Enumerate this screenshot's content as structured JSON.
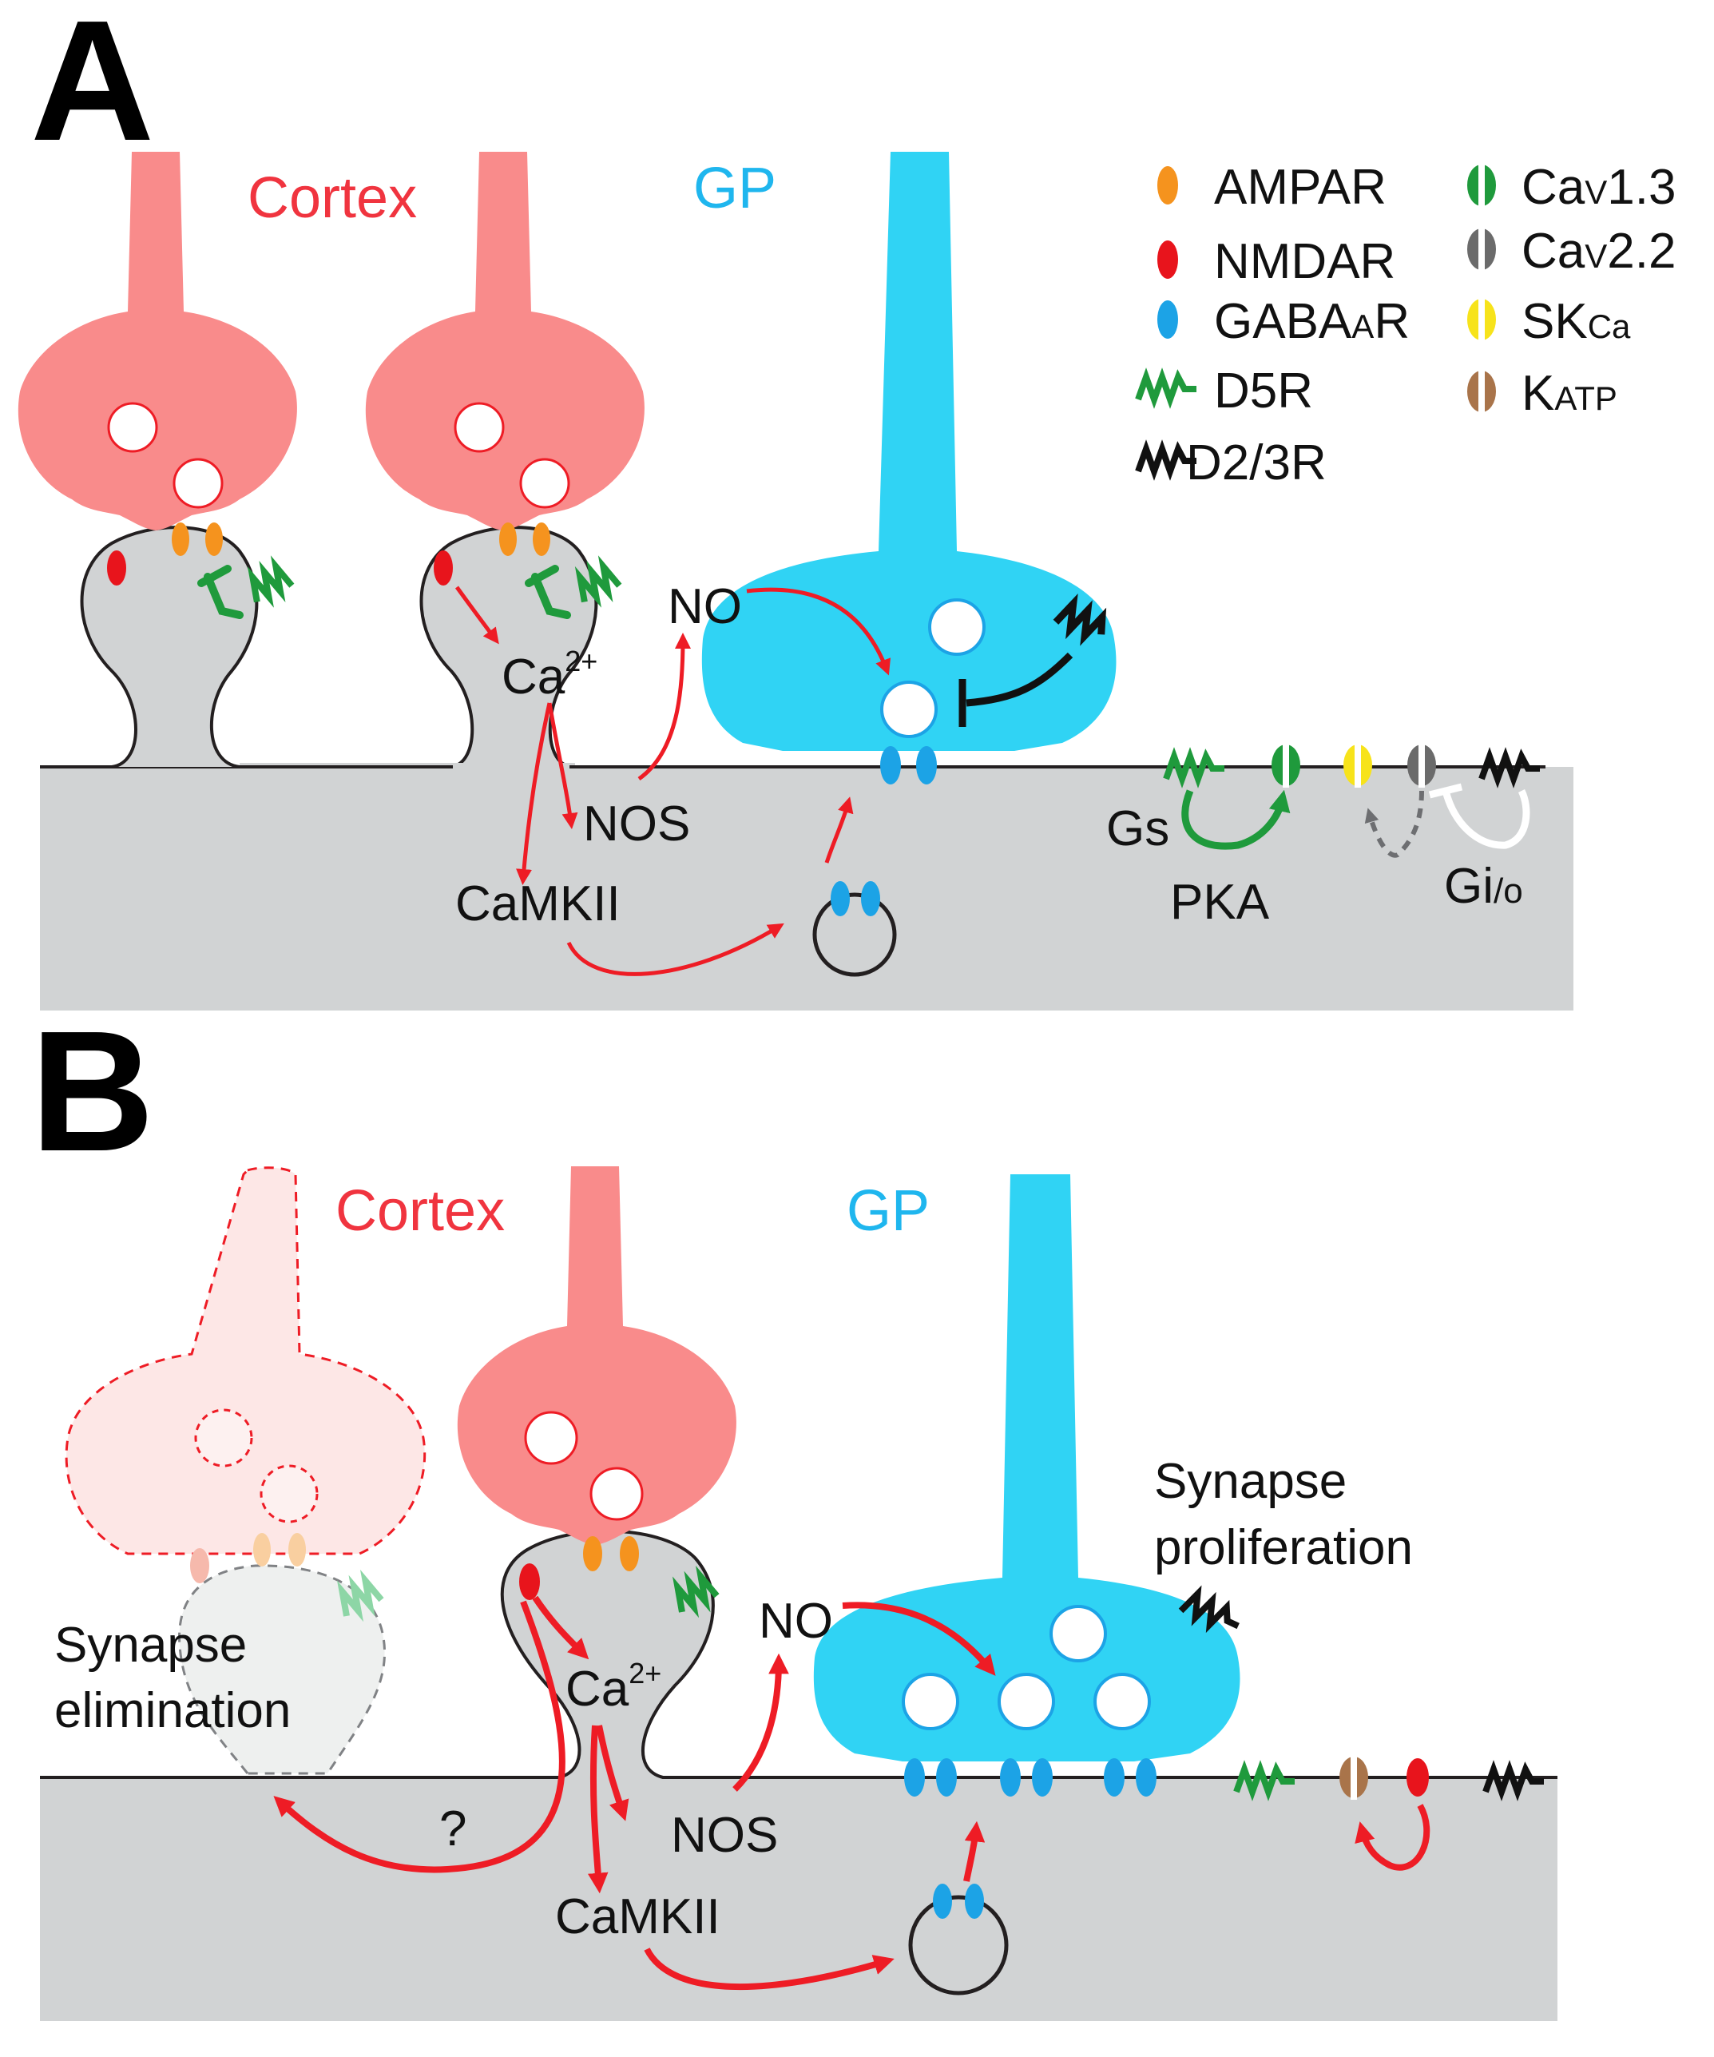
{
  "panels": {
    "a": {
      "letter": "A",
      "cortex_label": "Cortex",
      "gp_label": "GP",
      "no_label": "NO",
      "ca_label": "Ca",
      "ca_sup": "2+",
      "nos_label": "NOS",
      "camkii_label": "CaMKII",
      "gs_label": "Gs",
      "pka_label": "PKA",
      "gio_main": "Gi",
      "gio_sub": "/o"
    },
    "b": {
      "letter": "B",
      "cortex_label": "Cortex",
      "gp_label": "GP",
      "no_label": "NO",
      "ca_label": "Ca",
      "ca_sup": "2+",
      "nos_label": "NOS",
      "camkii_label": "CaMKII",
      "question": "?",
      "elimination_line1": "Synapse",
      "elimination_line2": "elimination",
      "proliferation_line1": "Synapse",
      "proliferation_line2": "proliferation"
    }
  },
  "legend": {
    "ampar": "AMPAR",
    "nmdar": "NMDAR",
    "gabaa_main": "GABA",
    "gabaa_sub": "A",
    "gabaa_tail": "R",
    "d5r": "D5R",
    "d23r": "D2/3R",
    "cav13_main": "Ca",
    "cav13_sub": "V",
    "cav13_tail": "1.3",
    "cav22_main": "Ca",
    "cav22_sub": "V",
    "cav22_tail": "2.2",
    "skca_main": "SK",
    "skca_sub": "Ca",
    "katp_main": "K",
    "katp_sub": "ATP"
  },
  "colors": {
    "cortex": "#f98b8b",
    "cortex_text": "#f0343f",
    "gp": "#30d3f4",
    "gp_text": "#1fb6ee",
    "ampar": "#f5931e",
    "nmdar": "#e8141c",
    "gabaa": "#1ca3e6",
    "d5r": "#1f9a3c",
    "cav13": "#1f9a3c",
    "cav22": "#6b6b6b",
    "skca": "#f7e31b",
    "katp": "#a9744a",
    "arrow": "#ee1c25",
    "tissue": "#d1d3d4"
  }
}
